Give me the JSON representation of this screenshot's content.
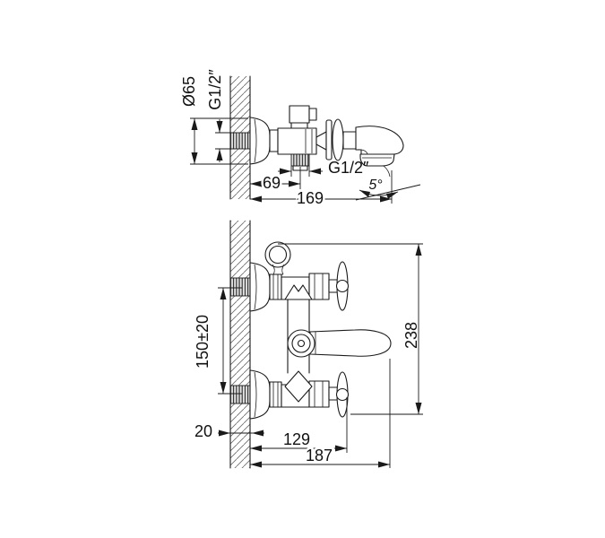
{
  "drawing": {
    "background": "#ffffff",
    "line_color": "#1a1a1a",
    "subject": "wall-mounted bath mixer faucet, two-view dimensioned engineering drawing",
    "views": {
      "top": {
        "labels": {
          "flange_diameter": "Ø65",
          "wall_thread": "G1/2″",
          "shower_outlet_thread": "G1/2″",
          "wall_to_shower_outlet": "69",
          "overall_projection": "169",
          "spout_tilt_angle": "5°"
        }
      },
      "front": {
        "labels": {
          "inlet_spacing": "150±20",
          "overall_height": "238",
          "eccentric_projection": "20",
          "wall_to_handle": "129",
          "wall_to_spout_tip": "187"
        }
      }
    }
  }
}
